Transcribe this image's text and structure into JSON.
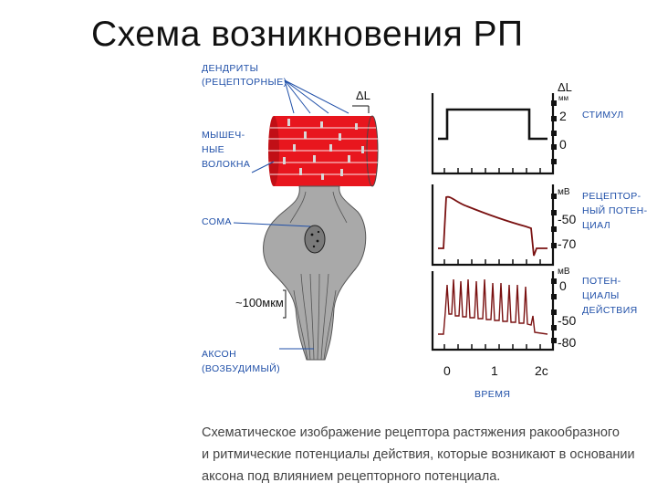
{
  "title": "Схема возникновения РП",
  "labels": {
    "dendrites_1": "ДЕНДРИТЫ",
    "dendrites_2": "(РЕЦЕПТОРНЫЕ)",
    "muscle_1": "МЫШЕЧ-",
    "muscle_2": "НЫЕ",
    "muscle_3": "ВОЛОКНА",
    "soma": "СОМА",
    "axon_1": "АКСОН",
    "axon_2": "(ВОЗБУДИМЫЙ)",
    "scale": "~100мкм",
    "delta_l": "ΔL"
  },
  "traces": {
    "stimulus": {
      "unit_1": "ΔL",
      "unit_2": "мм",
      "tick_high": "2",
      "tick_low": "0",
      "label_1": "СТИМУЛ"
    },
    "receptor": {
      "unit": "мВ",
      "tick_1": "-50",
      "tick_2": "-70",
      "label_1": "РЕЦЕПТОР-",
      "label_2": "НЫЙ ПОТЕН-",
      "label_3": "ЦИАЛ"
    },
    "action": {
      "unit": "мВ",
      "tick_1": "0",
      "tick_2": "-50",
      "tick_3": "-80",
      "label_1": "ПОТЕН-",
      "label_2": "ЦИАЛЫ",
      "label_3": "ДЕЙСТВИЯ"
    }
  },
  "time_axis": {
    "tick_0": "0",
    "tick_1": "1",
    "tick_2": "2с",
    "label": "ВРЕМЯ"
  },
  "caption": {
    "line_1": "Схематическое изображение рецептора растяжения ракообразного",
    "line_2": "и ритмические потенциалы действия, которые возникают в основании",
    "line_3": "аксона под влиянием рецепторного потенциала."
  },
  "colors": {
    "muscle": "#e8161e",
    "trace": "#7a1212",
    "label": "#1f4fa8",
    "neuron": "#a9a9a9"
  }
}
